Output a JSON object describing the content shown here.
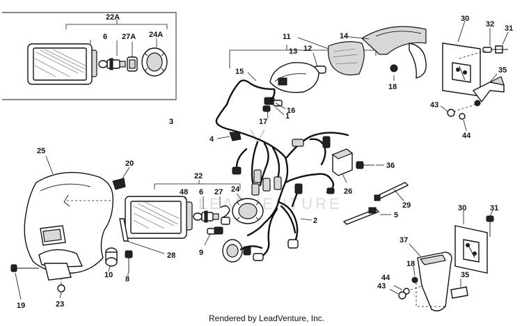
{
  "footer_text": "Rendered by LeadVenture, Inc.",
  "watermark_text": "LEADVENTURE",
  "inset_labels": [
    "22A",
    "6",
    "27A",
    "24A"
  ],
  "callouts": {
    "c11": "11",
    "c14": "14",
    "c13": "13",
    "c12": "12",
    "c15": "15",
    "c16": "16",
    "c1": "1",
    "c17": "17",
    "c3": "3",
    "c4": "4",
    "c30a": "30",
    "c32": "32",
    "c31a": "31",
    "c35a": "35",
    "c18a": "18",
    "c43a": "43",
    "c44a": "44",
    "c36": "36",
    "c26": "26",
    "c29": "29",
    "c5": "5",
    "c25": "25",
    "c20": "20",
    "c22": "22",
    "c48": "48",
    "c6": "6",
    "c27": "27",
    "c24": "24",
    "c2": "2",
    "c28": "28",
    "c9": "9",
    "c10": "10",
    "c8": "8",
    "c19": "19",
    "c23": "23",
    "c30b": "30",
    "c31b": "31",
    "c37": "37",
    "c18b": "18",
    "c44b": "44",
    "c43b": "43",
    "c35b": "35"
  }
}
